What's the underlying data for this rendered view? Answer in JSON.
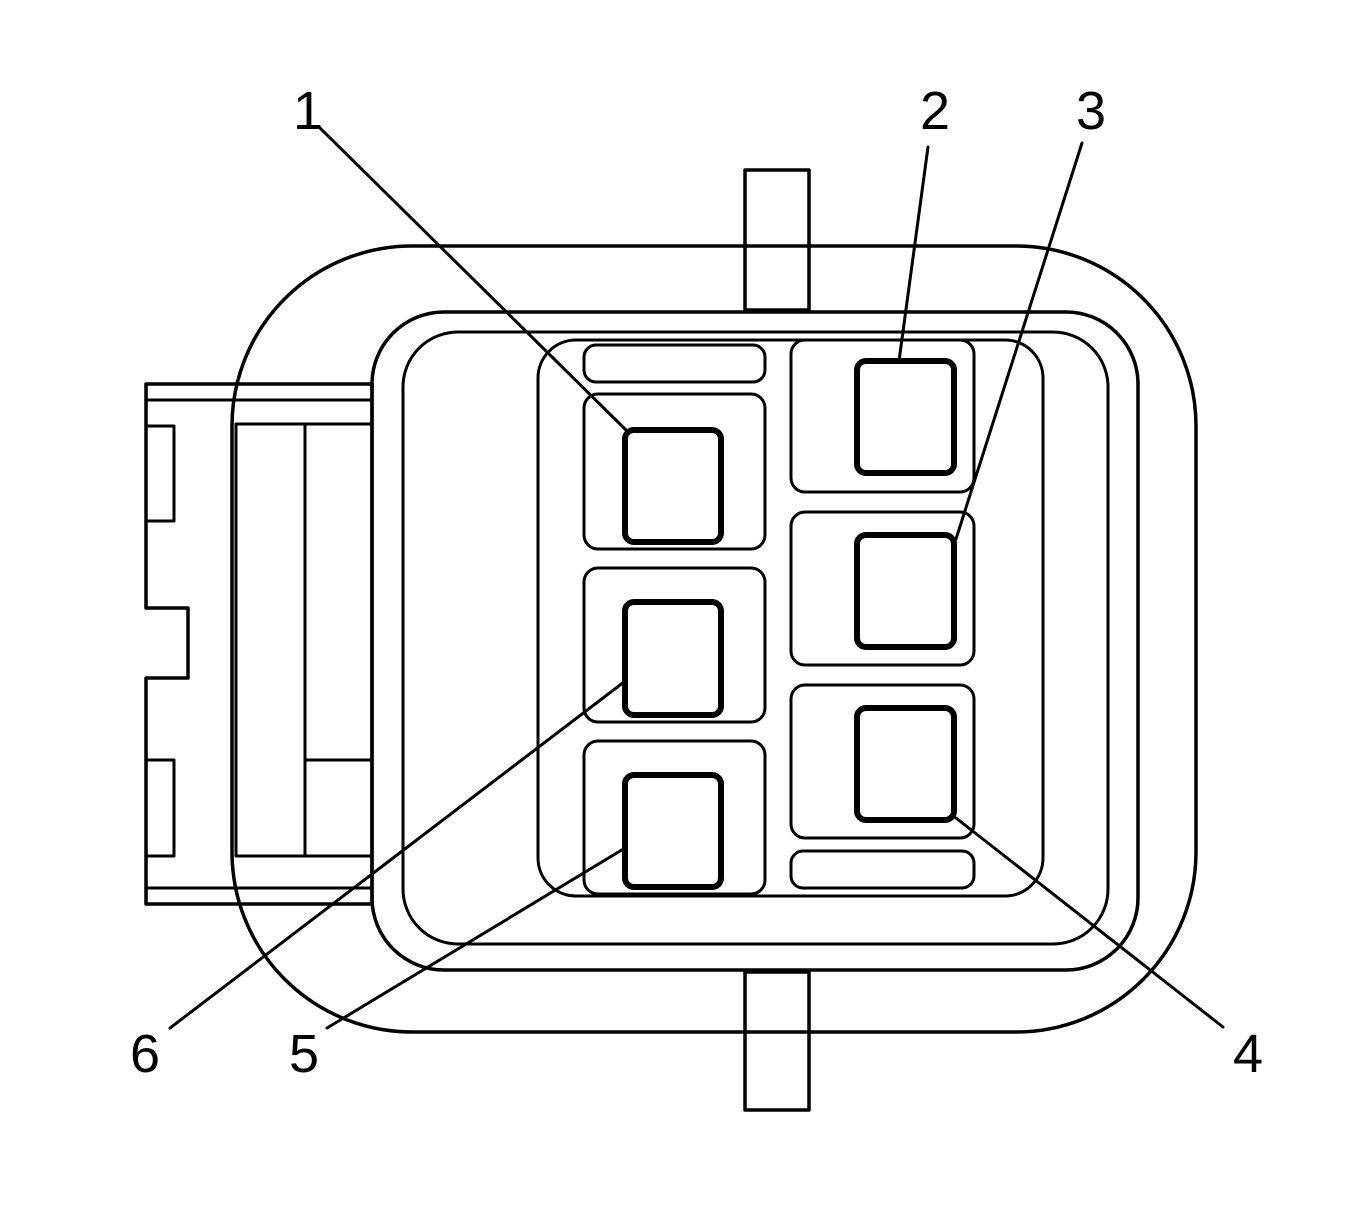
{
  "pins": [
    {
      "id": "1",
      "label": "1"
    },
    {
      "id": "2",
      "label": "2"
    },
    {
      "id": "3",
      "label": "3"
    },
    {
      "id": "4",
      "label": "4"
    },
    {
      "id": "5",
      "label": "5"
    },
    {
      "id": "6",
      "label": "6"
    }
  ]
}
